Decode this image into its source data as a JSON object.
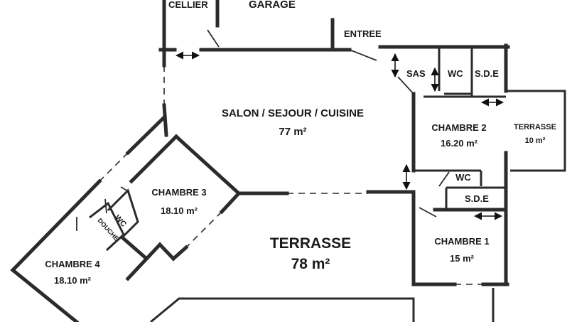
{
  "rooms": {
    "cellier": "CELLIER",
    "garage": "GARAGE",
    "entree": "ENTREE",
    "sas": "SAS",
    "wc_top": "WC",
    "sde_top": "S.D.E",
    "salon_name": "SALON / SEJOUR / CUISINE",
    "salon_area": "77 m²",
    "chambre2_name": "CHAMBRE 2",
    "chambre2_area": "16.20 m²",
    "terrasse_small_name": "TERRASSE",
    "terrasse_small_area": "10 m²",
    "chambre3_name": "CHAMBRE 3",
    "chambre3_area": "18.10 m²",
    "wc_left": "WC",
    "douche": "DOUCHE",
    "wc_right": "WC",
    "sde_right": "S.D.E",
    "terrasse_big_name": "TERRASSE",
    "terrasse_big_area": "78 m²",
    "chambre1_name": "CHAMBRE 1",
    "chambre1_area": "15 m²",
    "chambre4_name": "CHAMBRE 4",
    "chambre4_area": "18.10 m²"
  }
}
